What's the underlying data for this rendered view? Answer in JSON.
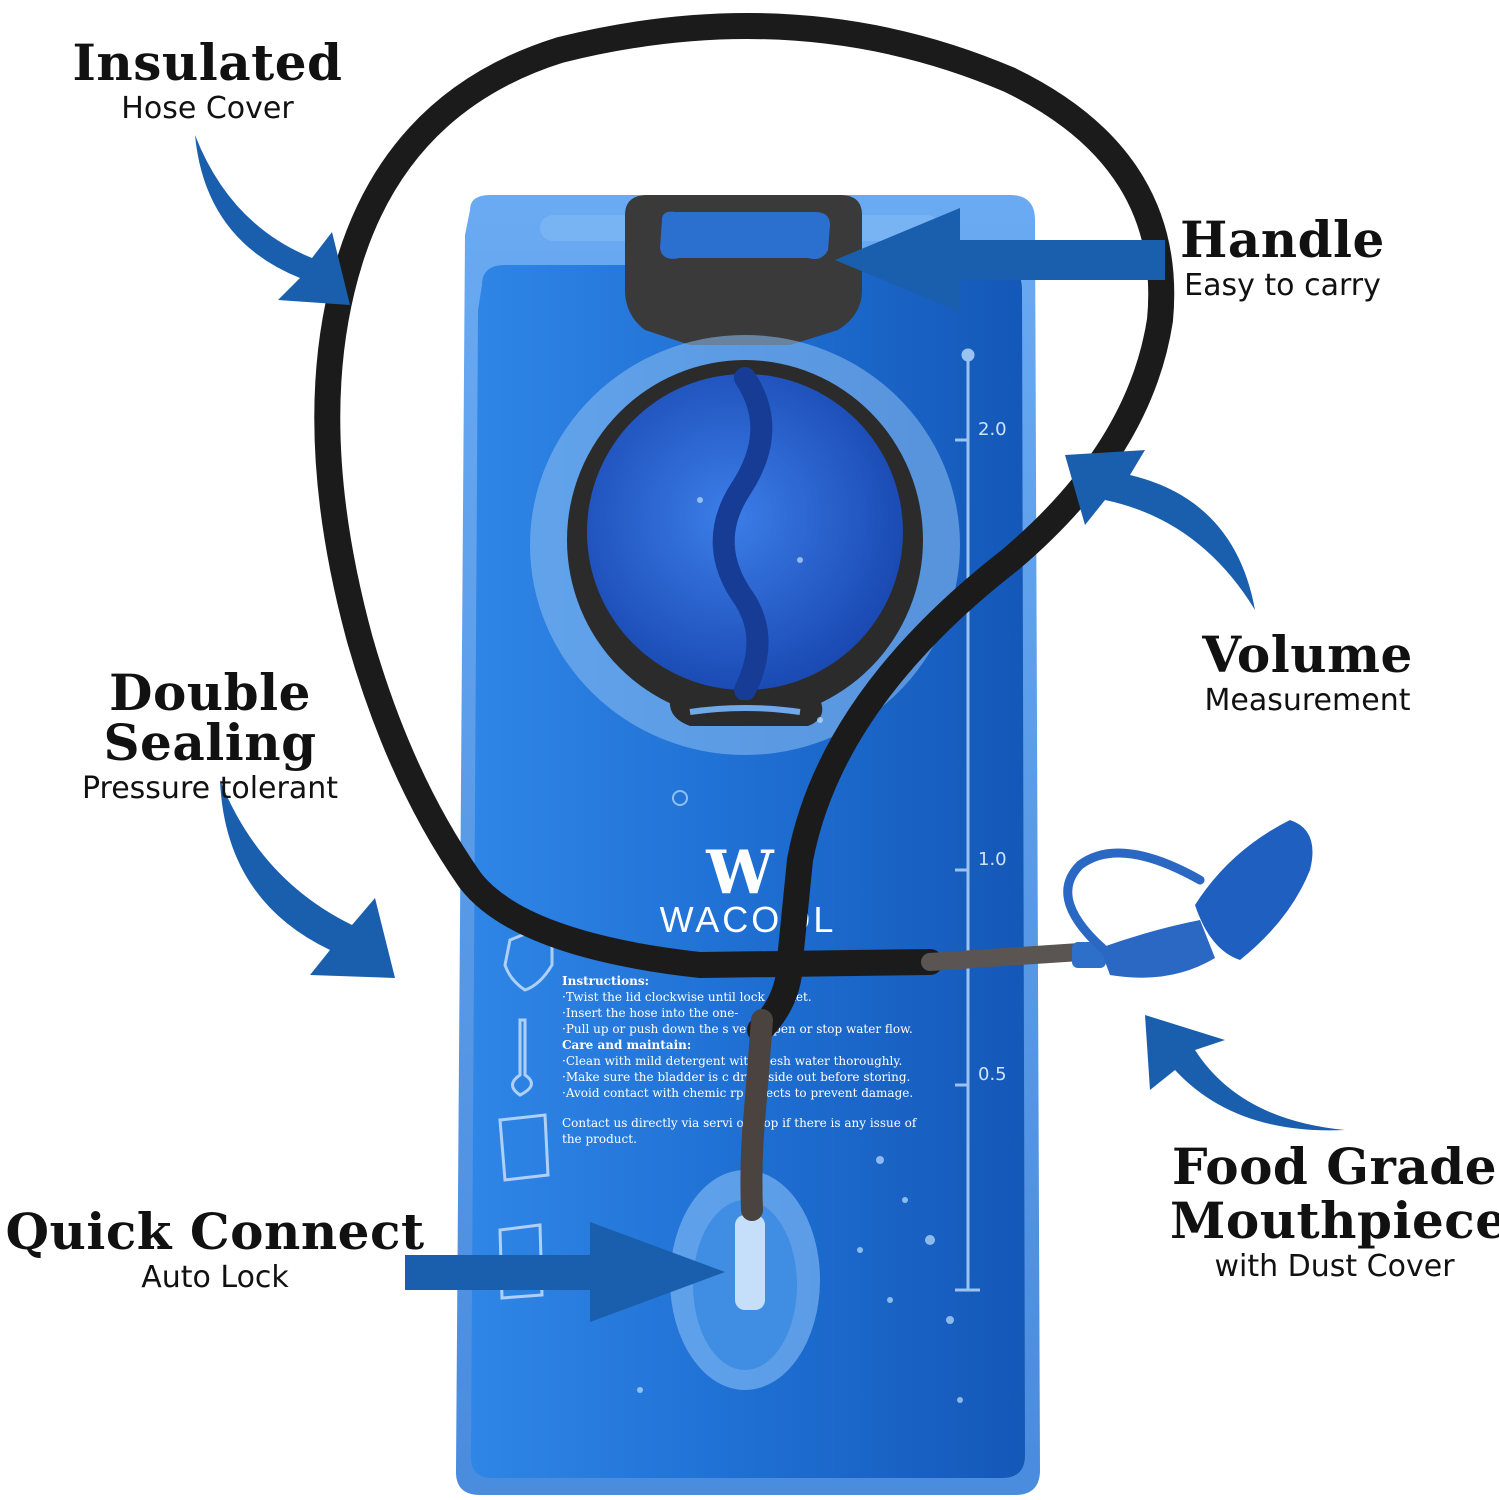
{
  "callouts": {
    "insulated": {
      "title": "Insulated",
      "subtitle": "Hose Cover"
    },
    "handle": {
      "title": "Handle",
      "subtitle": "Easy to carry"
    },
    "volume": {
      "title": "Volume",
      "subtitle": "Measurement"
    },
    "double_sealing": {
      "title": "Double Sealing",
      "subtitle": "Pressure tolerant"
    },
    "quick_connect": {
      "title": "Quick Connect",
      "subtitle": "Auto Lock"
    },
    "food_grade": {
      "title_line1": "Food Grade",
      "title_line2": "Mouthpiece",
      "subtitle": "with Dust Cover"
    }
  },
  "bag": {
    "brand_mark": "W",
    "brand_name": "WACOOL",
    "scale_marks": [
      "2.0",
      "1.0",
      "0.5"
    ],
    "instructions": [
      "Instructions:",
      "·Twist the lid clockwise until lock socket.",
      "·Insert the hose into the one-",
      "·Pull up or push down the s     ve to open or stop water flow.",
      "Care and maintain:",
      "·Clean with mild detergent     with fresh water thoroughly.",
      "·Make sure the bladder is c     dry inside out before storing.",
      "·Avoid contact with chemic      rp objects to prevent damage.",
      "Contact us directly via servi        ool.top if there is any issue of",
      "the product."
    ]
  },
  "colors": {
    "arrow": "#1a5fad",
    "bag": "#1e6fd0",
    "bag_dark": "#0f4fa8",
    "hose": "#1b1b1b",
    "handle": "#3a3a3a",
    "label": "#111111"
  },
  "icons": [
    "curved-arrow-icon",
    "straight-arrow-icon"
  ]
}
